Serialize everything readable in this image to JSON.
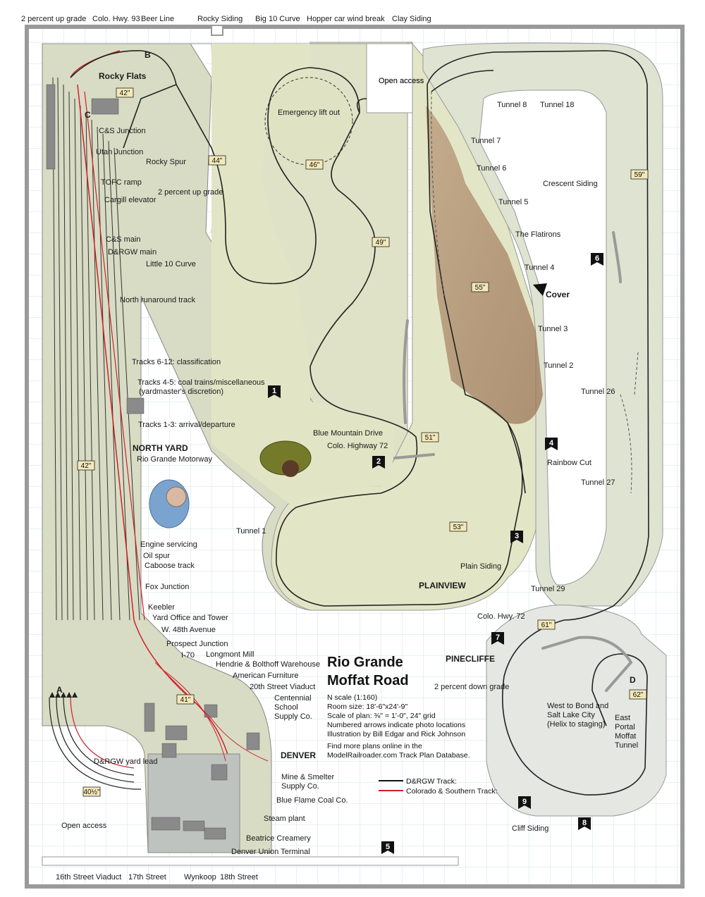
{
  "title_line1": "Rio Grande",
  "title_line2": "Moffat Road",
  "info": [
    "N scale (1:160)",
    "Room size: 18'-6\"x24'-9\"",
    "Scale of plan: ⅜\" = 1'-0\", 24\" grid",
    "Numbered arrows indicate photo locations",
    "Illustration by Bill Edgar and Rick Johnson",
    "Find more plans online in the",
    "ModelRailroader.com Track Plan Database."
  ],
  "legend": {
    "drgw": "D&RGW Track:",
    "cs": "Colorado & Southern Track:",
    "drgw_color": "#111111",
    "cs_color": "#d0202a"
  },
  "regions": {
    "north_yard": "NORTH YARD",
    "plainview": "PLAINVIEW",
    "pinecliffe": "PINECLIFFE",
    "denver": "DENVER",
    "rocky_flats": "Rocky Flats"
  },
  "labels": {
    "up_grade_top": "2 percent up grade",
    "colo_hwy_93": "Colo. Hwy. 93",
    "beer_line": "Beer Line",
    "rocky_siding": "Rocky Siding",
    "big_10_curve": "Big 10 Curve",
    "hopper_wind_break": "Hopper car wind break",
    "clay_siding": "Clay Siding",
    "open_access_top": "Open access",
    "emergency_lift": "Emergency lift out",
    "cs_junction": "C&S Junction",
    "utah_junction": "Utah Junction",
    "tofc_ramp": "TOFC ramp",
    "cargill": "Cargill elevator",
    "rocky_spur": "Rocky Spur",
    "up_grade_mid": "2 percent up grade",
    "cs_main": "C&S main",
    "drgw_main": "D&RGW main",
    "little_10": "Little 10 Curve",
    "north_runaround": "North runaround track",
    "tracks_6_12": "Tracks 6-12: classification",
    "tracks_4_5": "Tracks 4-5: coal trains/miscellaneous",
    "tracks_4_5b": "(yardmaster's discretion)",
    "tracks_1_3": "Tracks 1-3: arrival/departure",
    "rg_motorway": "Rio Grande Motorway",
    "blue_mountain": "Blue Mountain Drive",
    "colo_hwy_72": "Colo. Highway 72",
    "tunnel_1": "Tunnel 1",
    "tunnel_2": "Tunnel 2",
    "tunnel_3": "Tunnel 3",
    "tunnel_4": "Tunnel 4",
    "tunnel_5": "Tunnel 5",
    "tunnel_6": "Tunnel 6",
    "tunnel_7": "Tunnel 7",
    "tunnel_8": "Tunnel 8",
    "tunnel_18": "Tunnel 18",
    "tunnel_26": "Tunnel 26",
    "tunnel_27": "Tunnel 27",
    "tunnel_29": "Tunnel 29",
    "flatirons": "The Flatirons",
    "cover": "Cover",
    "crescent_siding": "Crescent Siding",
    "rainbow_cut": "Rainbow Cut",
    "plain_siding": "Plain Siding",
    "engine_servicing": "Engine servicing",
    "oil_spur": "Oil spur",
    "caboose_track": "Caboose track",
    "fox_junction": "Fox Junction",
    "keebler": "Keebler",
    "yard_office": "Yard Office and Tower",
    "w48": "W. 48th Avenue",
    "prospect": "Prospect Junction",
    "i70": "I-70",
    "longmont": "Longmont Mill",
    "hendrie": "Hendrie & Bolthoff Warehouse",
    "american_furniture": "American Furniture",
    "viaduct_20": "20th Street Viaduct",
    "centennial": "Centennial",
    "centennial2": "School",
    "centennial3": "Supply Co.",
    "mine_smelter": "Mine & Smelter",
    "mine_smelter2": "Supply Co.",
    "blue_flame": "Blue Flame Coal Co.",
    "steam_plant": "Steam plant",
    "beatrice": "Beatrice Creamery",
    "dut": "Denver Union Terminal",
    "viaduct_16": "16th Street Viaduct",
    "street_17": "17th Street",
    "wynkoop": "Wynkoop",
    "street_18": "18th Street",
    "open_access_bottom": "Open access",
    "drgw_yard_lead": "D&RGW yard lead",
    "colo_hwy_72b": "Colo. Hwy. 72",
    "down_grade": "2 percent down grade",
    "west_to_bond": "West to Bond and",
    "west_to_bond2": "Salt Lake City",
    "west_to_bond3": "(Helix to staging)",
    "east_portal": "East",
    "east_portal2": "Portal",
    "east_portal3": "Moffat",
    "east_portal4": "Tunnel",
    "cliff_siding": "Cliff Siding",
    "letter_a": "A",
    "letter_b": "B",
    "letter_c": "C",
    "letter_d": "D"
  },
  "dimensions": [
    "42\"",
    "44\"",
    "46\"",
    "49\"",
    "55\"",
    "51\"",
    "53\"",
    "59\"",
    "42\"",
    "41\"",
    "40½\"",
    "61\"",
    "62\""
  ],
  "photo_arrows": [
    "1",
    "2",
    "3",
    "4",
    "5",
    "6",
    "7",
    "8",
    "9"
  ]
}
